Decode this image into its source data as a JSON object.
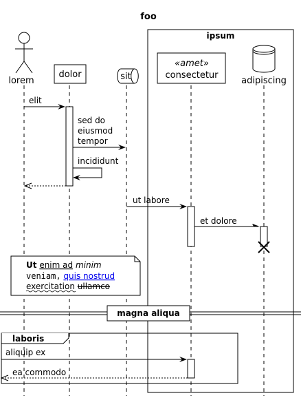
{
  "title": "foo",
  "box_group": {
    "label": "ipsum"
  },
  "participants": {
    "lorem": "lorem",
    "dolor": "dolor",
    "sit": "sit",
    "consectetur_stereotype": "«amet»",
    "consectetur": "consectetur",
    "adipiscing": "adipiscing"
  },
  "messages": {
    "m1": "elit",
    "m2_line1": "sed do",
    "m2_line2": "eiusmod",
    "m2_line3": "tempor",
    "m3": "incididunt",
    "m4": "ut labore",
    "m5": "et dolore",
    "m6": "aliquip ex",
    "m7": "ea commodo"
  },
  "note": {
    "l1_bold": "Ut",
    "l1_underline": "enim ad",
    "l1_italic": "minim",
    "l2_mono": "veniam,",
    "l2_link": "quis nostrud",
    "l3_wavy": "exercitation",
    "l3_strike": "ullamco"
  },
  "divider": {
    "label": "magna aliqua"
  },
  "fragment": {
    "label": "laboris"
  },
  "colors": {
    "link": "#0000ee",
    "stroke": "#000000",
    "background": "#ffffff"
  }
}
